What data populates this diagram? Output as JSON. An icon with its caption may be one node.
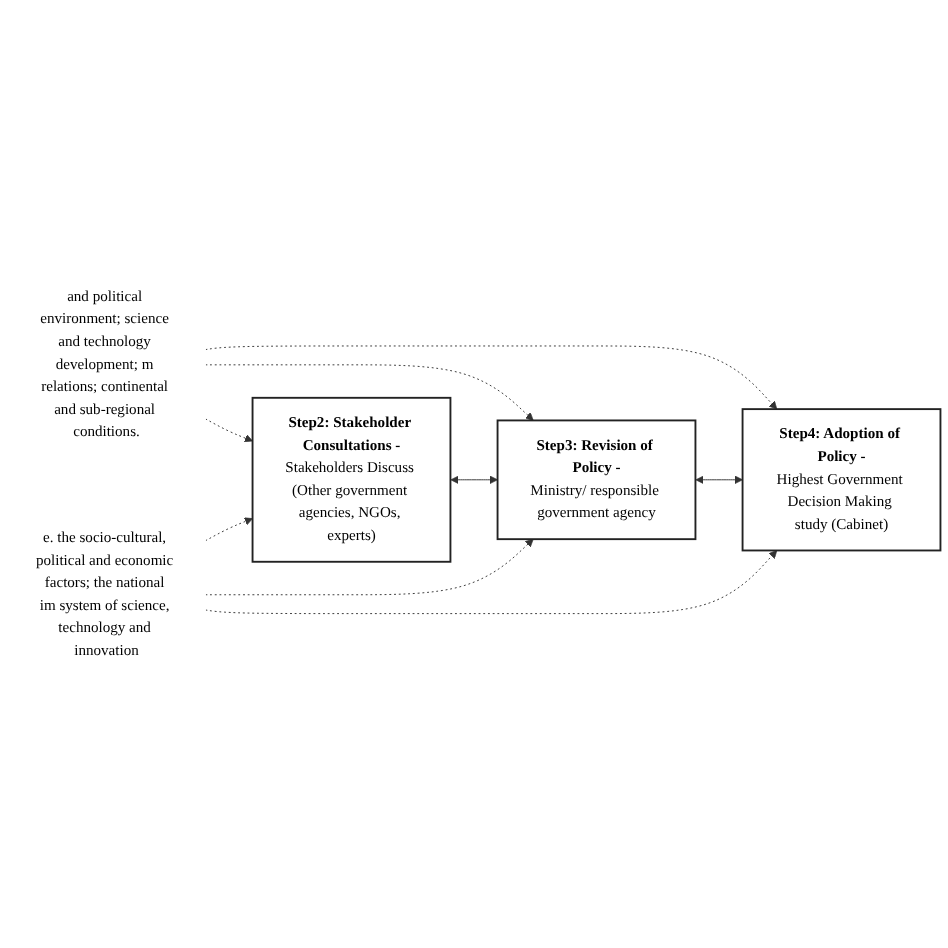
{
  "diagram": {
    "nodes": [
      {
        "text": [
          "and political environment; science and technology development; m relations; continental and sub-regional conditions."
        ]
      },
      {
        "text": [
          "Step2: Stakeholder Consultations -",
          "Stakeholders Discuss (Other government agencies, NGOs, experts)"
        ]
      },
      {
        "text": [
          "Step3: Revision of Policy -",
          "Ministry/ responsible government agency"
        ]
      },
      {
        "text": [
          "Step4: Adoption of Policy -",
          "Highest Government Decision Making study (Cabinet)"
        ]
      },
      {
        "text": [
          "e. the socio-cultural, political and economic factors; the national im system of science, technology and innovation"
        ]
      }
    ],
    "edges": [
      {
        "from": 0,
        "to": 1,
        "arrow": "to",
        "style": "dashed"
      },
      {
        "from": 0,
        "to": 2,
        "arrow": "to",
        "style": "dashed"
      },
      {
        "from": 0,
        "to": 3,
        "arrow": "to",
        "style": "dashed"
      },
      {
        "from": 1,
        "to": 2,
        "arrow": "both"
      },
      {
        "from": 2,
        "to": 3,
        "arrow": "both"
      },
      {
        "from": 4,
        "to": 1,
        "arrow": "to",
        "style": "dashed"
      },
      {
        "from": 4,
        "to": 2,
        "arrow": "to",
        "style": "dashed"
      },
      {
        "from": 4,
        "to": 3,
        "arrow": "to",
        "style": "dashed"
      }
    ]
  }
}
